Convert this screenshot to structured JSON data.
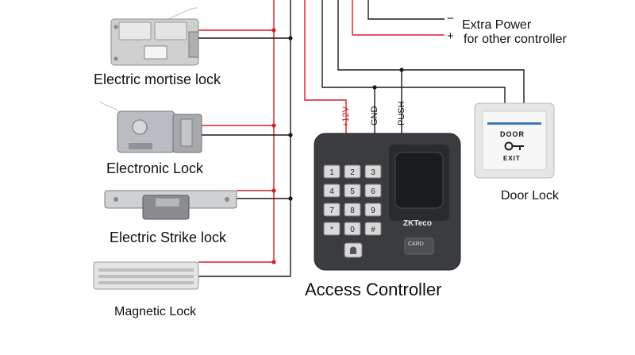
{
  "colors": {
    "wire_red": "#d0202a",
    "wire_black": "#1a1a1a",
    "device_body": "#3a3c40",
    "key": "#d9d9d9",
    "door_button_bg": "#f3f3f3"
  },
  "extra_power": {
    "minus_sign": "−",
    "plus_sign": "+",
    "line1": "Extra Power",
    "line2": "for other controller"
  },
  "locks": [
    {
      "label": "Electric mortise lock"
    },
    {
      "label": "Electronic Lock"
    },
    {
      "label": "Electric Strike lock"
    },
    {
      "label": "Magnetic Lock"
    }
  ],
  "terminals": {
    "v12": "+12V",
    "gnd": "GND",
    "push": "PUSH"
  },
  "door_lock": {
    "label": "Door Lock",
    "button_top_text": "DOOR",
    "button_bottom_text": "EXIT"
  },
  "controller": {
    "label": "Access Controller",
    "brand": "ZKTeco",
    "card_text": "CARD",
    "keys": [
      "1",
      "2",
      "3",
      "4",
      "5",
      "6",
      "7",
      "8",
      "9",
      "*",
      "0",
      "#"
    ]
  }
}
